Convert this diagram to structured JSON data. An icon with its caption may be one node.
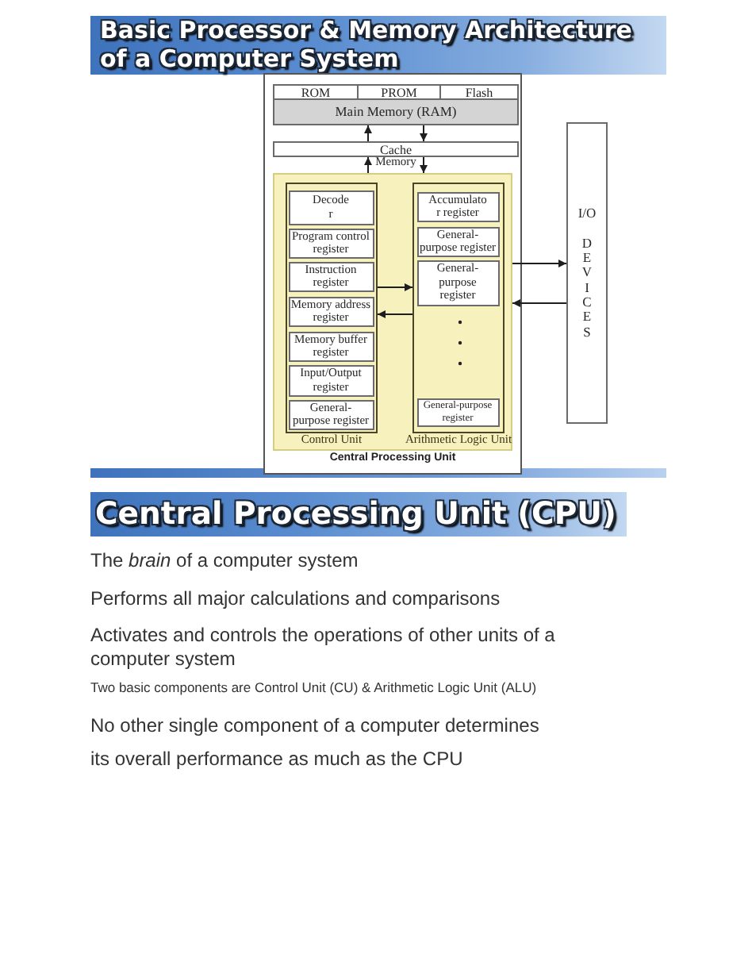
{
  "diagram": {
    "title": "Basic Processor & Memory Architecture of a Computer System",
    "nodes": [
      {
        "text": [
          "ROM"
        ]
      },
      {
        "text": [
          "PROM"
        ]
      },
      {
        "text": [
          "Flash"
        ]
      },
      {
        "text": [
          "Main Memory (RAM)"
        ]
      },
      {
        "text": [
          "Cache"
        ],
        "beside": [
          "Memory"
        ]
      },
      {
        "text": [
          "Central Processing Unit"
        ]
      },
      {
        "text": [
          "Control Unit"
        ],
        "in": 5
      },
      {
        "text": [
          "Decode r"
        ],
        "in": 6
      },
      {
        "text": [
          "Program control register"
        ],
        "in": 6
      },
      {
        "text": [
          "Instruction register"
        ],
        "in": 6
      },
      {
        "text": [
          "Memory address register"
        ],
        "in": 6
      },
      {
        "text": [
          "Memory buffer register"
        ],
        "in": 6
      },
      {
        "text": [
          "Input/Output register"
        ],
        "in": 6
      },
      {
        "text": [
          "General-purpose register"
        ],
        "in": 6
      },
      {
        "text": [
          "Arithmetic Logic Unit"
        ],
        "in": 5
      },
      {
        "text": [
          "Accumulato r register"
        ],
        "in": 14
      },
      {
        "text": [
          "General-purpose register"
        ],
        "in": 14
      },
      {
        "text": [
          "General-purpose register"
        ],
        "in": 14
      },
      {
        "text": [
          "General-purpose register"
        ],
        "in": 14
      },
      {
        "text": [
          "I/O DEVICES"
        ]
      }
    ],
    "edges": [
      {
        "from": 4,
        "to": 3,
        "arrow": "to"
      },
      {
        "from": 3,
        "to": 4,
        "arrow": "to"
      },
      {
        "from": 5,
        "to": 4,
        "arrow": "to"
      },
      {
        "from": 4,
        "to": 5,
        "arrow": "to"
      },
      {
        "from": 6,
        "to": 14,
        "arrow": "to"
      },
      {
        "from": 14,
        "to": 6,
        "arrow": "to"
      },
      {
        "from": 5,
        "to": 19,
        "arrow": "to"
      },
      {
        "from": 19,
        "to": 5,
        "arrow": "to"
      }
    ],
    "labels": [
      "Central Processing Unit (CPU)",
      "The *brain* of a computer system",
      "Performs all major calculations and comparisons",
      "Activates and controls the operations of other units of a computer system",
      "Two basic components are Control Unit (CU) & Arithmetic Logic Unit (ALU)",
      "No other single component of a computer determines",
      "its overall performance as much as the CPU"
    ]
  }
}
